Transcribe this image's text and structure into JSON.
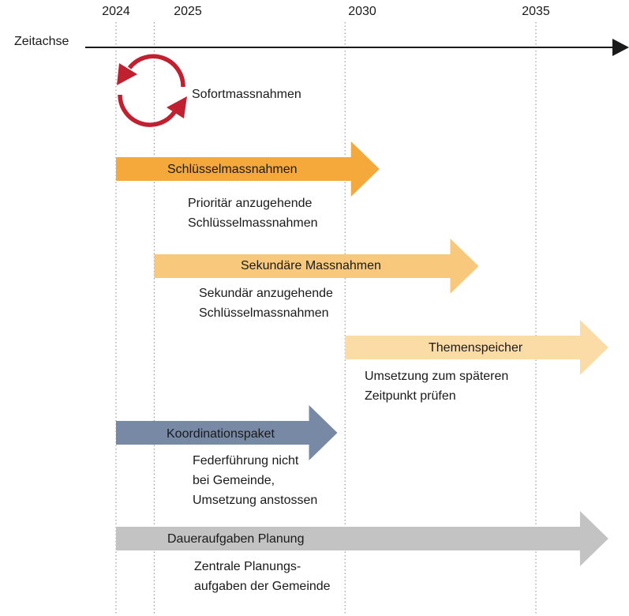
{
  "axis": {
    "label": "Zeitachse",
    "years": [
      "2024",
      "2025",
      "2030",
      "2035"
    ]
  },
  "cycle": {
    "label": "Sofortmassnahmen",
    "icon": "cycle-arrows-icon",
    "color": "#c0202f"
  },
  "bands": [
    {
      "id": "schluessel",
      "label": "Schlüsselmassnahmen",
      "description": "Prioritär anzugehende\nSchlüsselmassnahmen",
      "start": "2024",
      "end_year": 2030.9,
      "color": "#f5a93a"
    },
    {
      "id": "sekundaer",
      "label": "Sekundäre Massnahmen",
      "description": "Sekundär anzugehende\nSchlüsselmassnahmen",
      "start": "2025",
      "end_year": 2033.5,
      "color": "#f8c97c"
    },
    {
      "id": "themen",
      "label": "Themenspeicher",
      "description": "Umsetzung zum späteren\nZeitpunkt prüfen",
      "start": "2030",
      "end_year": 2036.9,
      "color": "#fcdca6"
    },
    {
      "id": "koordination",
      "label": "Koordinationspaket",
      "description": "Federführung nicht\nbei Gemeinde,\nUmsetzung anstossen",
      "start": "2024",
      "end_year": 2029.8,
      "color": "#7889a6"
    },
    {
      "id": "dauer",
      "label": "Daueraufgaben Planung",
      "description": "Zentrale Planungs-\naufgaben der Gemeinde",
      "start": "2024",
      "end_year": 2036.9,
      "color": "#c3c3c4"
    }
  ]
}
